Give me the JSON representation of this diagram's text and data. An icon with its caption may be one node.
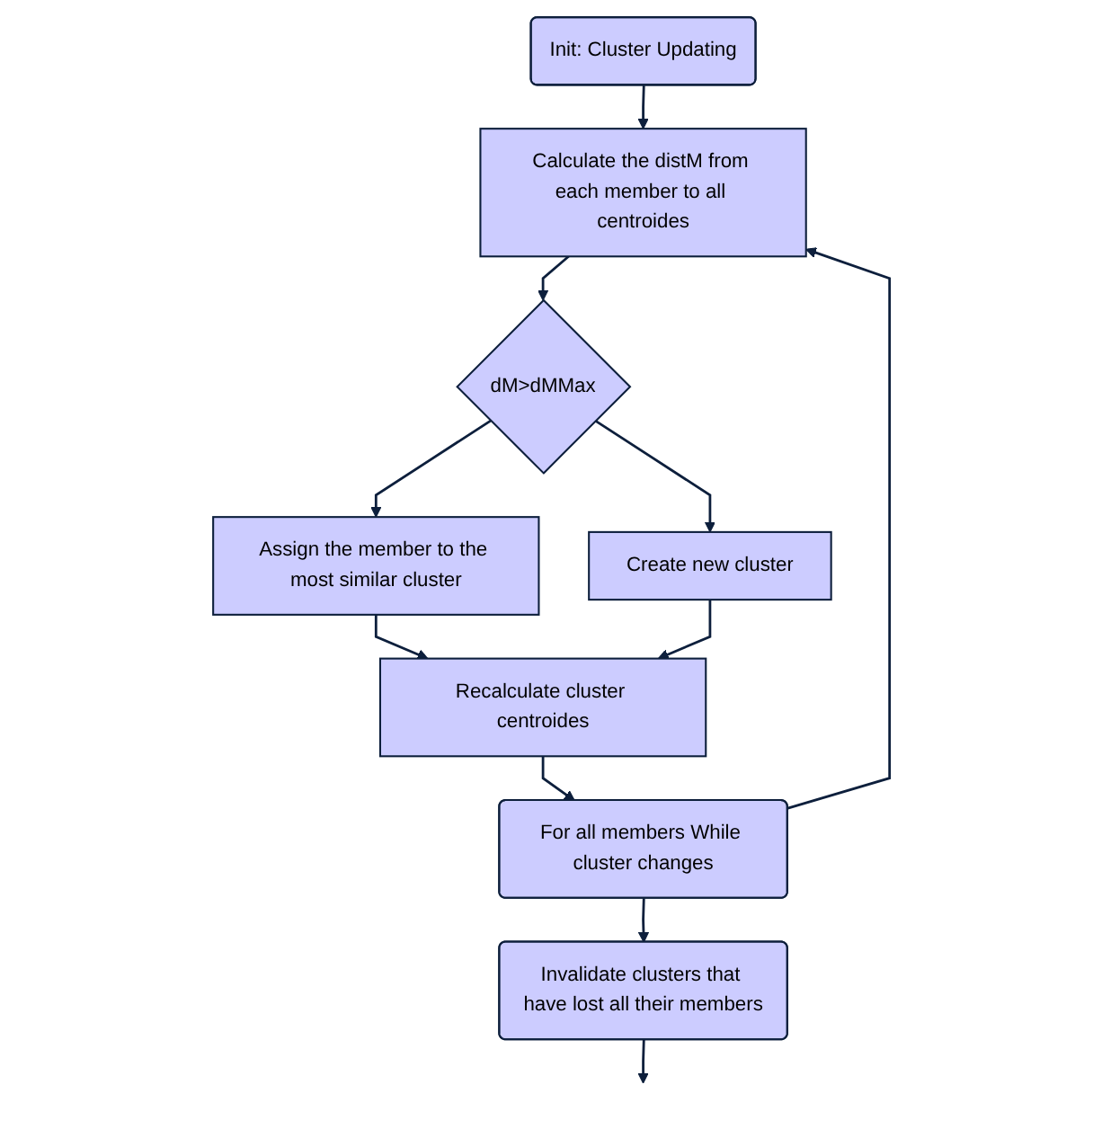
{
  "diagram": {
    "nodes": [
      {
        "text": [
          "Init: Cluster Updating"
        ]
      },
      {
        "text": [
          "Calculate the distM from each member to all centroides"
        ]
      },
      {
        "text": [
          "dM>dMMax"
        ]
      },
      {
        "text": [
          "Create new cluster"
        ]
      },
      {
        "text": [
          "Assign the member to the most similar cluster"
        ]
      },
      {
        "text": [
          "Recalculate cluster centroides"
        ]
      },
      {
        "text": [
          "For all members While cluster changes"
        ]
      },
      {
        "text": [
          "Invalidate clusters that have lost all their members"
        ]
      }
    ],
    "edges": [
      {
        "from": 0,
        "to": 1,
        "arrow": "to"
      },
      {
        "from": 1,
        "to": 2,
        "arrow": "to"
      },
      {
        "from": 2,
        "to": 3,
        "arrow": "to"
      },
      {
        "from": 2,
        "to": 4,
        "arrow": "to"
      },
      {
        "from": 4,
        "to": 5,
        "arrow": "to"
      },
      {
        "from": 3,
        "to": 5,
        "arrow": "to"
      },
      {
        "from": 5,
        "to": 6,
        "arrow": "to"
      },
      {
        "from": 6,
        "to": 1,
        "arrow": "to"
      },
      {
        "from": 6,
        "to": 7,
        "arrow": "to"
      },
      {
        "from": 7,
        "to": null,
        "arrow": "to"
      }
    ]
  }
}
